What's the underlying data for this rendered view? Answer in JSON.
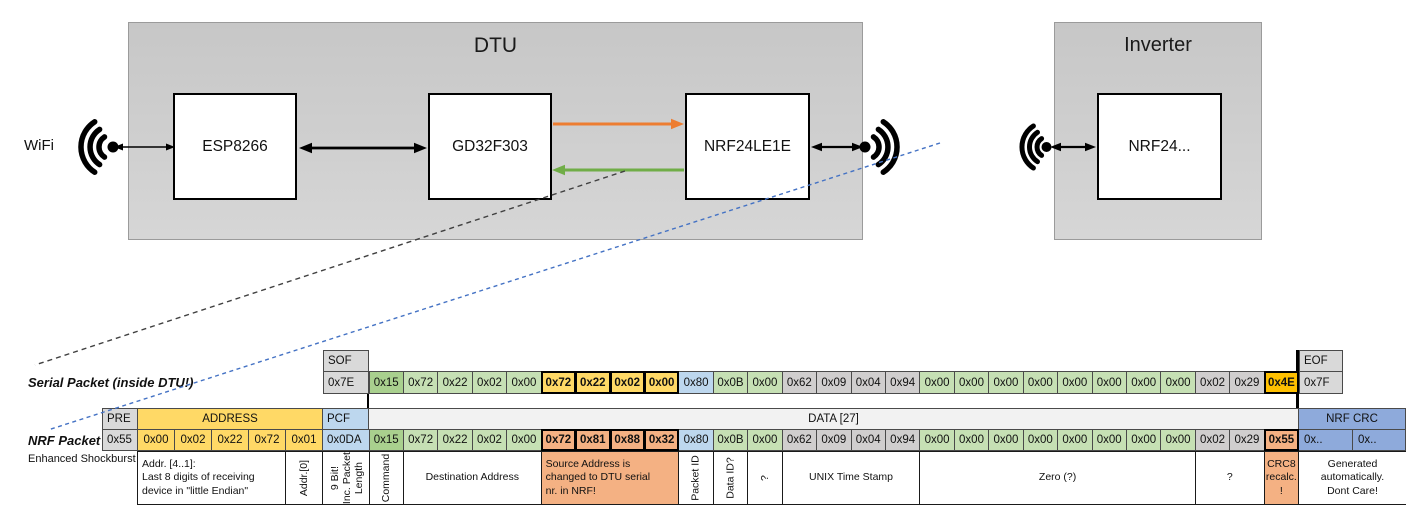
{
  "diagram": {
    "wifi_label": "WiFi",
    "dtu": {
      "title": "DTU",
      "components": [
        "ESP8266",
        "GD32F303",
        "NRF24LE1E"
      ]
    },
    "inverter": {
      "title": "Inverter",
      "component": "NRF24..."
    }
  },
  "serial_packet": {
    "label": "Serial Packet (inside DTU!)",
    "sof": {
      "header": "SOF",
      "value": "0x7E"
    },
    "eof": {
      "header": "EOF",
      "value": "0x7F"
    },
    "bytes": [
      {
        "v": "0x15",
        "c": "green_dark"
      },
      {
        "v": "0x72",
        "c": "green"
      },
      {
        "v": "0x22",
        "c": "green"
      },
      {
        "v": "0x02",
        "c": "green"
      },
      {
        "v": "0x00",
        "c": "green"
      },
      {
        "v": "0x72",
        "c": "yellow",
        "b": true
      },
      {
        "v": "0x22",
        "c": "yellow",
        "b": true
      },
      {
        "v": "0x02",
        "c": "yellow",
        "b": true
      },
      {
        "v": "0x00",
        "c": "yellow",
        "b": true
      },
      {
        "v": "0x80",
        "c": "blue"
      },
      {
        "v": "0x0B",
        "c": "green"
      },
      {
        "v": "0x00",
        "c": "green"
      },
      {
        "v": "0x62",
        "c": "gray_mid"
      },
      {
        "v": "0x09",
        "c": "gray_mid"
      },
      {
        "v": "0x04",
        "c": "gray_mid"
      },
      {
        "v": "0x94",
        "c": "gray_mid"
      },
      {
        "v": "0x00",
        "c": "green"
      },
      {
        "v": "0x00",
        "c": "green"
      },
      {
        "v": "0x00",
        "c": "green"
      },
      {
        "v": "0x00",
        "c": "green"
      },
      {
        "v": "0x00",
        "c": "green"
      },
      {
        "v": "0x00",
        "c": "green"
      },
      {
        "v": "0x00",
        "c": "green"
      },
      {
        "v": "0x00",
        "c": "green"
      },
      {
        "v": "0x02",
        "c": "gray_mid"
      },
      {
        "v": "0x29",
        "c": "gray_mid"
      },
      {
        "v": "0x4E",
        "c": "gold",
        "b": true
      }
    ]
  },
  "nrf_packet": {
    "label": "NRF Packet",
    "sublabel": "Enhanced Shockburst",
    "pre": {
      "header": "PRE",
      "value": "0x55"
    },
    "address": {
      "header": "ADDRESS",
      "values": [
        "0x00",
        "0x02",
        "0x22",
        "0x72",
        "0x01"
      ]
    },
    "pcf": {
      "header": "PCF",
      "value": "0x0DA"
    },
    "data_header": "DATA [27]",
    "bytes": [
      {
        "v": "0x15",
        "c": "green_dark"
      },
      {
        "v": "0x72",
        "c": "green"
      },
      {
        "v": "0x22",
        "c": "green"
      },
      {
        "v": "0x02",
        "c": "green"
      },
      {
        "v": "0x00",
        "c": "green"
      },
      {
        "v": "0x72",
        "c": "salmon",
        "b": true
      },
      {
        "v": "0x81",
        "c": "salmon",
        "b": true
      },
      {
        "v": "0x88",
        "c": "salmon",
        "b": true
      },
      {
        "v": "0x32",
        "c": "salmon",
        "b": true
      },
      {
        "v": "0x80",
        "c": "blue"
      },
      {
        "v": "0x0B",
        "c": "green"
      },
      {
        "v": "0x00",
        "c": "green"
      },
      {
        "v": "0x62",
        "c": "gray_mid"
      },
      {
        "v": "0x09",
        "c": "gray_mid"
      },
      {
        "v": "0x04",
        "c": "gray_mid"
      },
      {
        "v": "0x94",
        "c": "gray_mid"
      },
      {
        "v": "0x00",
        "c": "green"
      },
      {
        "v": "0x00",
        "c": "green"
      },
      {
        "v": "0x00",
        "c": "green"
      },
      {
        "v": "0x00",
        "c": "green"
      },
      {
        "v": "0x00",
        "c": "green"
      },
      {
        "v": "0x00",
        "c": "green"
      },
      {
        "v": "0x00",
        "c": "green"
      },
      {
        "v": "0x00",
        "c": "green"
      },
      {
        "v": "0x02",
        "c": "gray_mid"
      },
      {
        "v": "0x29",
        "c": "gray_mid"
      },
      {
        "v": "0x55",
        "c": "salmon",
        "b": true
      }
    ],
    "crc": {
      "header": "NRF CRC",
      "values": [
        "0x..",
        "0x.."
      ]
    }
  },
  "annotations": [
    {
      "text": "Addr. [4..1]:\nLast 8 digits of receiving\ndevice in \"little Endian\"",
      "from": "a0",
      "to": "a3",
      "align": "left"
    },
    {
      "text": "Addr.[0]",
      "from": "a4",
      "to": "a4",
      "vertical": true
    },
    {
      "text": "9 Bit!\nInc. Packet\nLength",
      "from": "pcf",
      "to": "pcf",
      "vertical": true
    },
    {
      "text": "Command",
      "from": "d0",
      "to": "d0",
      "vertical": true
    },
    {
      "text": "Destination Address",
      "from": "d1",
      "to": "d4"
    },
    {
      "text": "Source Address is\nchanged to DTU serial\nnr. in NRF!",
      "from": "d5",
      "to": "d8",
      "bg": "salmon",
      "align": "left"
    },
    {
      "text": "Packet ID",
      "from": "d9",
      "to": "d9",
      "vertical": true
    },
    {
      "text": "Data ID?",
      "from": "d10",
      "to": "d10",
      "vertical": true
    },
    {
      "text": "?",
      "from": "d11",
      "to": "d11",
      "vertical": true
    },
    {
      "text": "UNIX Time Stamp",
      "from": "d12",
      "to": "d15"
    },
    {
      "text": "Zero (?)",
      "from": "d16",
      "to": "d23"
    },
    {
      "text": "?",
      "from": "d24",
      "to": "d25"
    },
    {
      "text": "CRC8\nrecalc.\n!",
      "from": "d26",
      "to": "d26",
      "bg": "salmon"
    },
    {
      "text": "Generated\nautomatically.\nDont Care!",
      "from": "crc0",
      "to": "crc1"
    }
  ],
  "colors": {
    "green_dark": "#A9D08E",
    "green": "#C6E0B4",
    "yellow": "#FFD966",
    "blue": "#BDD7EE",
    "gray": "#D9D9D9",
    "gray_mid": "#D0CECE",
    "salmon": "#F4B183",
    "gold": "#FFC000",
    "crc_blue": "#8EAADB",
    "orange_arrow": "#ED7D31",
    "green_arrow": "#70AD47",
    "dash_blue": "#4472C4",
    "dash_black": "#404040"
  }
}
